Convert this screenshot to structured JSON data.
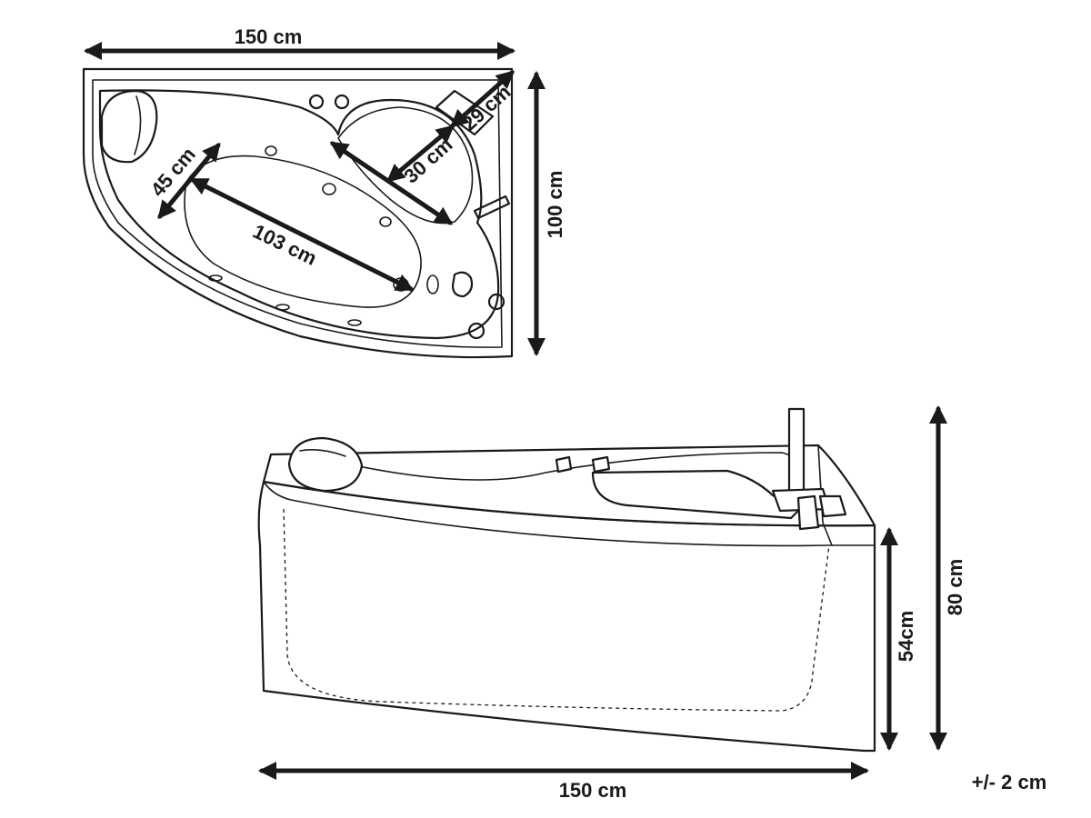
{
  "top_view": {
    "width_label": "150 cm",
    "depth_label": "100 cm",
    "seat_label": "29 cm",
    "seat_width_label": "30 cm",
    "headrest_label": "45 cm",
    "inner_length_label": "103 cm"
  },
  "side_view": {
    "length_label": "150 cm",
    "apron_height_label": "54cm",
    "total_height_label": "80 cm"
  },
  "tolerance_label": "+/- 2 cm"
}
